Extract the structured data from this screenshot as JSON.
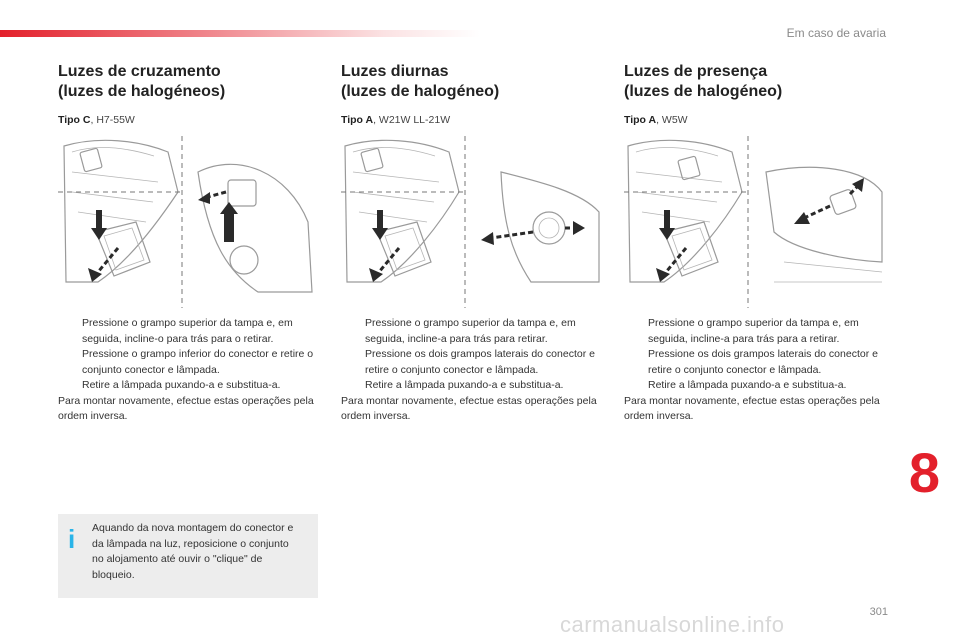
{
  "header": {
    "section_title": "Em caso de avaria"
  },
  "columns": [
    {
      "title_line1": "Luzes de cruzamento",
      "title_line2": "(luzes de halogéneos)",
      "type_label": "Tipo C",
      "type_value": ", H7-55W",
      "steps": [
        "Pressione o grampo superior da tampa e, em seguida, incline-o para trás para o retirar.",
        "Pressione o grampo inferior do conector e retire o conjunto conector e lâmpada.",
        "Retire a lâmpada puxando-a e substitua-a."
      ],
      "note": "Para montar novamente, efectue estas operações pela ordem inversa."
    },
    {
      "title_line1": "Luzes diurnas",
      "title_line2": "(luzes de halogéneo)",
      "type_label": "Tipo A",
      "type_value": ", W21W LL-21W",
      "steps": [
        "Pressione o grampo superior da tampa e, em seguida, incline-a para trás para retirar.",
        "Pressione os dois grampos laterais do conector e retire o conjunto conector e lâmpada.",
        "Retire a lâmpada puxando-a e substitua-a."
      ],
      "note": "Para montar novamente, efectue estas operações pela ordem inversa."
    },
    {
      "title_line1": "Luzes de presença",
      "title_line2": "(luzes de halogéneo)",
      "type_label": "Tipo A",
      "type_value": ", W5W",
      "steps": [
        "Pressione o grampo superior da tampa e, em seguida, incline-a para trás para a retirar.",
        "Pressione os dois grampos laterais do conector e retire o conjunto conector e lâmpada.",
        "Retire a lâmpada puxando-a e substitua-a."
      ],
      "note": "Para montar novamente, efectue estas operações pela ordem inversa."
    }
  ],
  "info_box": {
    "icon": "info-icon",
    "text": "Aquando da nova montagem do conector e da lâmpada na luz, reposicione o conjunto no alojamento até ouvir o \"clique\" de bloqueio."
  },
  "bullet_glyph": "",
  "chapter_number": "8",
  "page_number": "301",
  "watermark": "carmanualsonline.info",
  "colors": {
    "accent": "#e3202b",
    "info": "#2ab4e8",
    "text": "#222222",
    "box": "#ededed"
  }
}
